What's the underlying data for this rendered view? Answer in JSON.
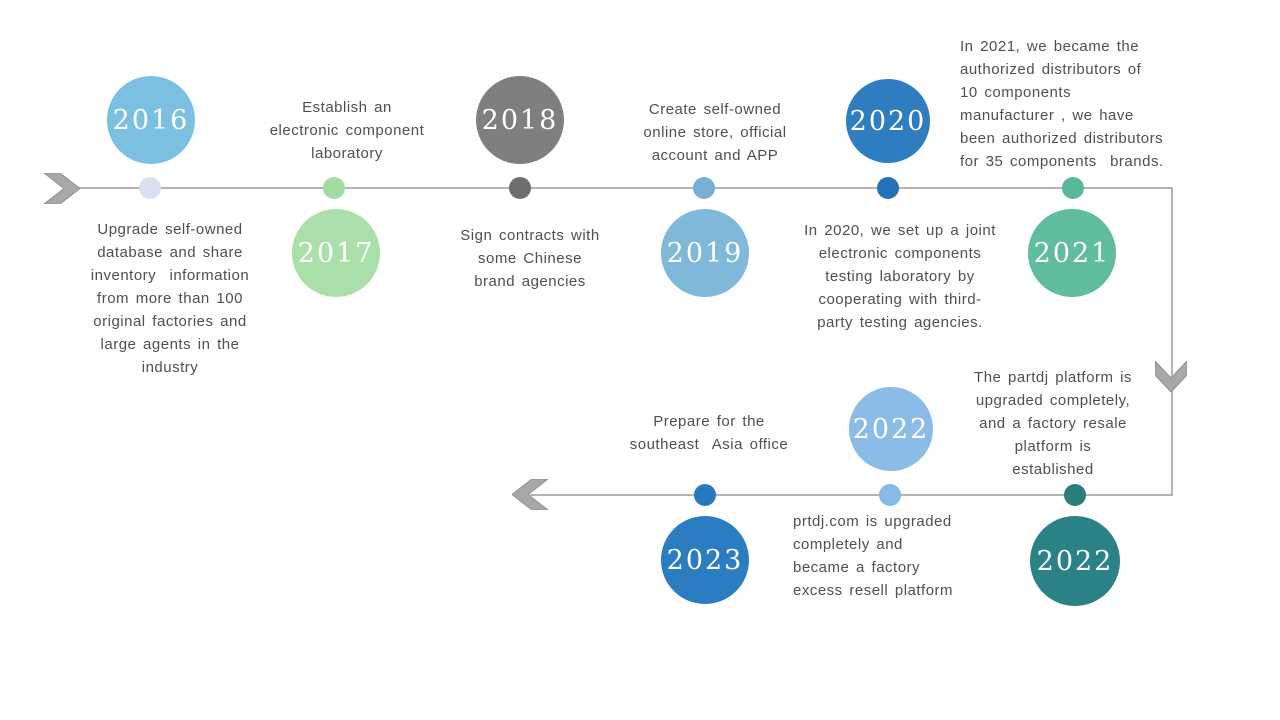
{
  "canvas": {
    "background": "#ffffff",
    "text_color": "#4f4f4f",
    "line_color": "#b4b4b4",
    "arrow_color": "#a8a8a8"
  },
  "milestones": [
    {
      "id": "2016",
      "year": "2016",
      "circle_color": "#7CC0E1",
      "dot_color": "#D9E0F2",
      "description": "Upgrade self-owned\ndatabase and share\ninventory  information\nfrom more than 100\noriginal factories and\nlarge agents in the\nindustry"
    },
    {
      "id": "2017",
      "year": "2017",
      "circle_color": "#ABDFA9",
      "dot_color": "#A4DBA1",
      "description": "Establish an\nelectronic component\nlaboratory"
    },
    {
      "id": "2018",
      "year": "2018",
      "circle_color": "#7F7F7F",
      "dot_color": "#6E6E6E",
      "description": "Sign contracts with\nsome Chinese\nbrand agencies"
    },
    {
      "id": "2019",
      "year": "2019",
      "circle_color": "#7FB8D9",
      "dot_color": "#76B0D4",
      "description": "Create self-owned\nonline store, official\naccount and APP"
    },
    {
      "id": "2020",
      "year": "2020",
      "circle_color": "#2E7DC1",
      "dot_color": "#2372B7",
      "description": "In 2020, we set up a joint\nelectronic components\ntesting laboratory by\ncooperating with third-\nparty testing agencies."
    },
    {
      "id": "2021",
      "year": "2021",
      "circle_color": "#5FBC9C",
      "dot_color": "#57B896",
      "description": "In 2021, we became the\nauthorized distributors of\n10 components\nmanufacturer , we have\nbeen authorized distributors\nfor 35 components  brands."
    },
    {
      "id": "2022-excess-resell",
      "year": "2022",
      "circle_color": "#8ABCE7",
      "dot_color": "#85BAE5",
      "description": "prtdj.com is upgraded\ncompletely and\nbecame a factory\nexcess resell platform"
    },
    {
      "id": "2023",
      "year": "2023",
      "circle_color": "#2B7CC1",
      "dot_color": "#2878C0",
      "description": "Prepare for the\nsoutheast  Asia office"
    },
    {
      "id": "2022-factory-resale",
      "year": "2022",
      "circle_color": "#2A8186",
      "dot_color": "#27807E",
      "description": "The partdj platform is\nupgraded completely,\nand a factory resale\nplatform is\nestablished"
    }
  ]
}
